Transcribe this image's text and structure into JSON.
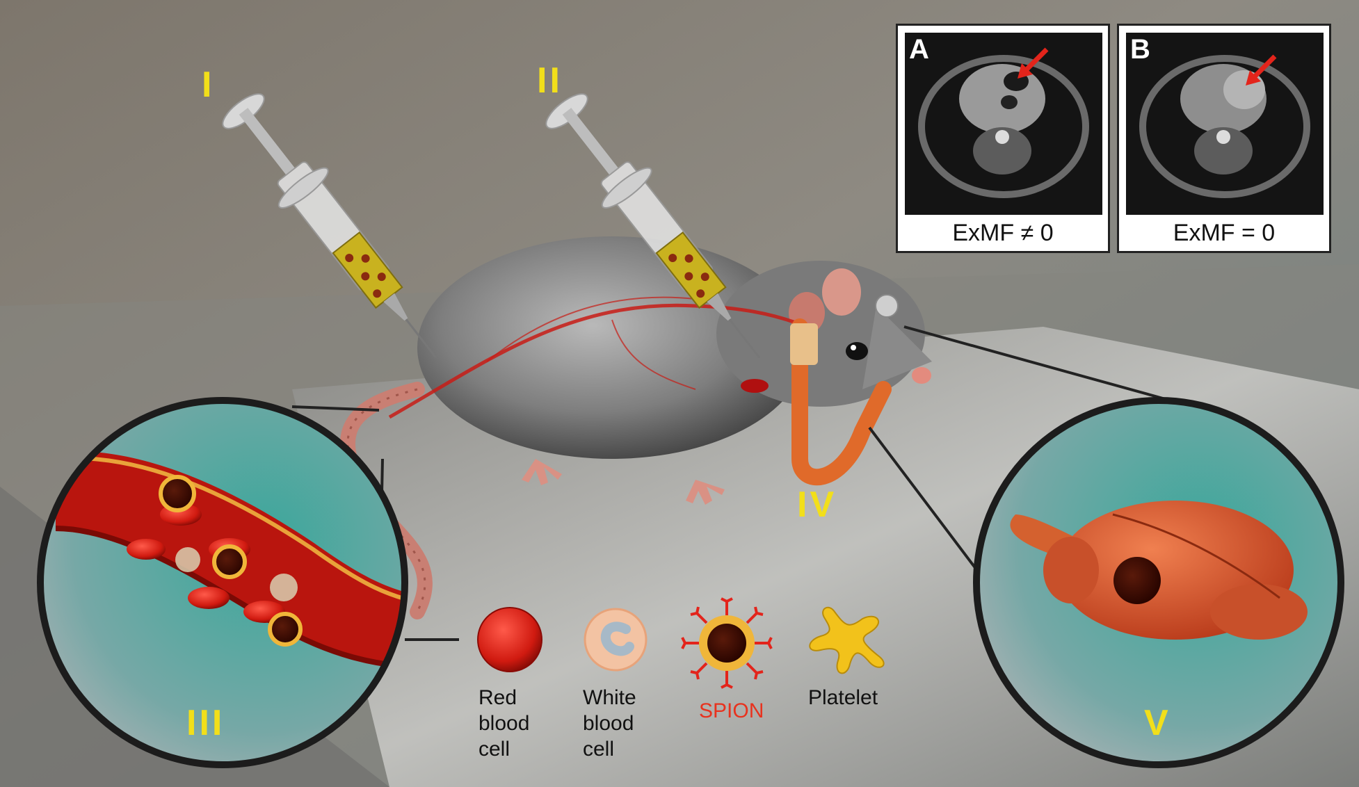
{
  "labels": {
    "step1": "I",
    "step2": "II",
    "step3": "III",
    "step4": "IV",
    "step5": "V"
  },
  "legend": {
    "rbc": [
      "Red",
      "blood",
      "cell"
    ],
    "wbc": [
      "White",
      "blood",
      "cell"
    ],
    "spion": "SPION",
    "platelet": "Platelet"
  },
  "panels": {
    "a": {
      "letter": "A",
      "caption": "ExMF ≠ 0"
    },
    "b": {
      "letter": "B",
      "caption": "ExMF = 0"
    }
  },
  "colors": {
    "roman_numerals": "#f2df1a",
    "spion_text": "#e8321e",
    "arrow": "#e3241b"
  }
}
